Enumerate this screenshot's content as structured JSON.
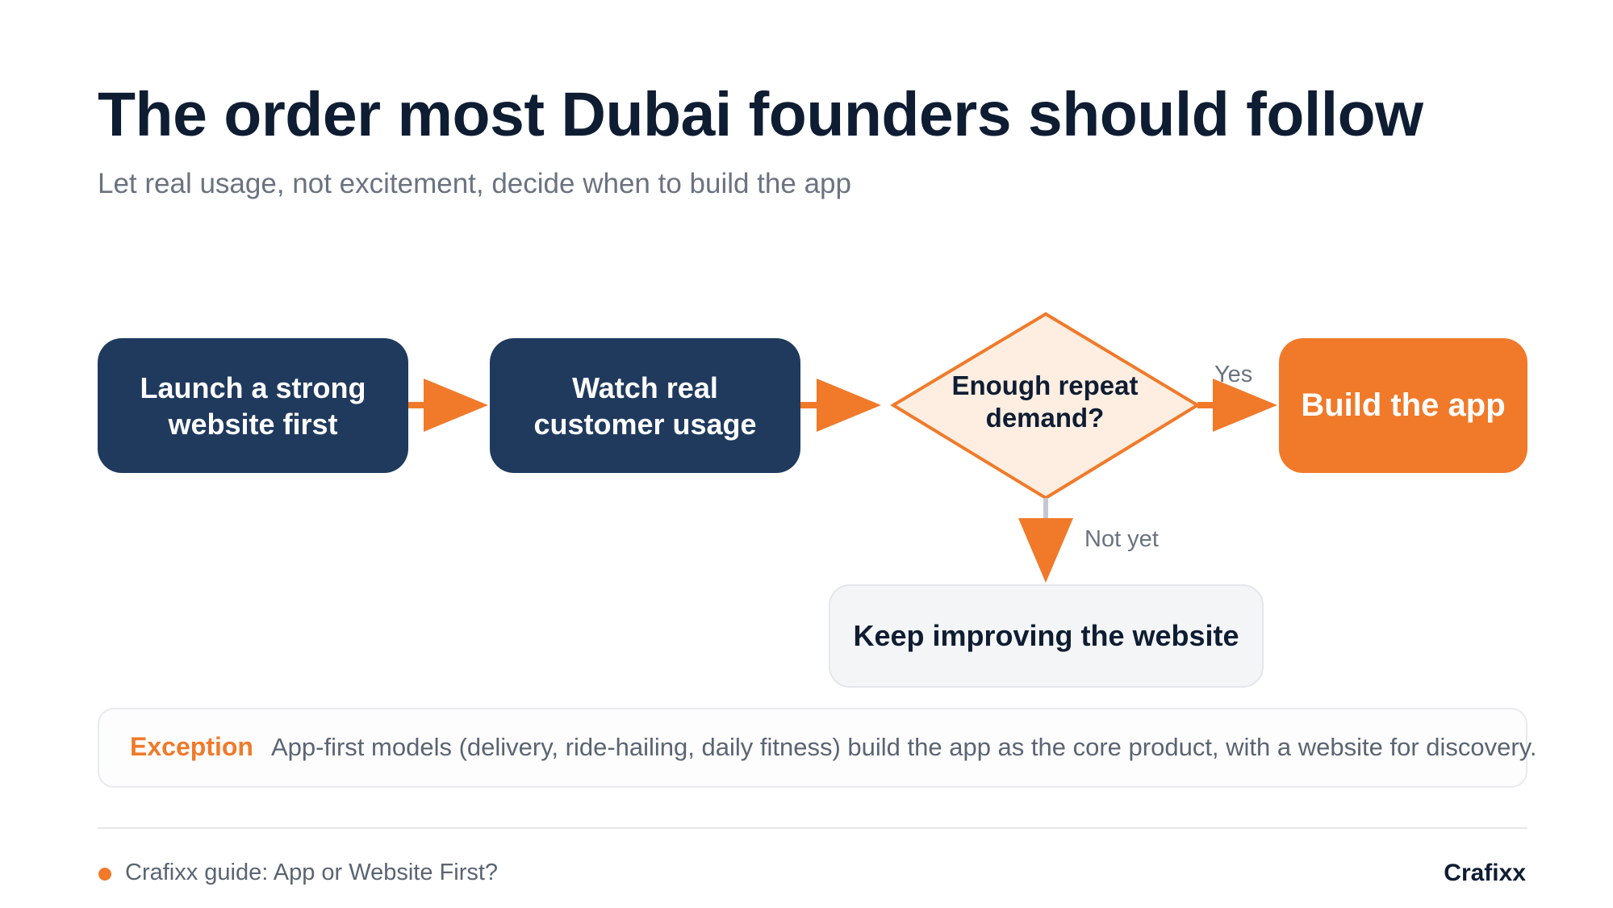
{
  "header": {
    "title": "The order most Dubai founders should follow",
    "subtitle": "Let real usage, not excitement, decide when to build the app"
  },
  "flow": {
    "step1": {
      "line1": "Launch a strong",
      "line2": "website first"
    },
    "step2": {
      "line1": "Watch real",
      "line2": "customer usage"
    },
    "decision": {
      "line1": "Enough repeat",
      "line2": "demand?"
    },
    "yes_label": "Yes",
    "no_label": "Not yet",
    "yes_result": "Build the app",
    "no_result": "Keep improving the website"
  },
  "exception": {
    "label": "Exception",
    "text": "App-first models (delivery, ride-hailing, daily fitness) build the app as the core product, with a website for discovery."
  },
  "footer": {
    "source": "Crafixx guide: App or Website First?",
    "brand": "Crafixx"
  },
  "colors": {
    "navy": "#203a5e",
    "orange": "#f07a2a",
    "decision_fill": "#fdeee1",
    "title": "#0f1d33"
  }
}
